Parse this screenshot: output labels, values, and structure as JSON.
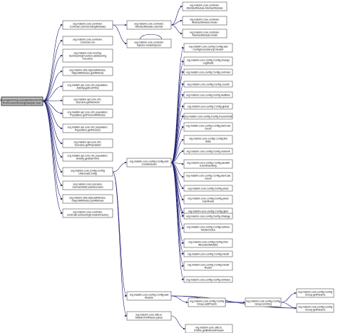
{
  "graph": {
    "root": {
      "id": "root",
      "lines": [
        "tutorial.programming.example09customScoring.",
        "RunCustomScoringExample.main"
      ]
    },
    "nodes": [
      {
        "id": "cc_init",
        "lines": [
          "org.matsim.core.controler.",
          "Controler.setOverridingModules"
        ]
      },
      {
        "id": "cc_run",
        "lines": [
          "org.matsim.core.controler.",
          "Controler.run"
        ]
      },
      {
        "id": "sf_add",
        "lines": [
          "org.matsim.core.scoring.",
          "SumScoringFunction.addScoring",
          "Function"
        ]
      },
      {
        "id": "oa_get",
        "lines": [
          "org.matsim.utils.objectattributes.",
          "ObjectAttributes.getAttribute"
        ]
      },
      {
        "id": "act_end",
        "lines": [
          "org.matsim.api.core.v01.population.",
          "Activity.getEndTime"
        ]
      },
      {
        "id": "sc_net",
        "lines": [
          "org.matsim.api.core.v01.",
          "Scenario.getNetwork"
        ]
      },
      {
        "id": "pop_attr",
        "lines": [
          "org.matsim.api.core.v01.population.",
          "Population.getPersonAttributes"
        ]
      },
      {
        "id": "pop_pers",
        "lines": [
          "org.matsim.api.core.v01.population.",
          "Population.getPersons"
        ]
      },
      {
        "id": "sc_pop",
        "lines": [
          "org.matsim.api.core.v01.",
          "Scenario.getPopulation"
        ]
      },
      {
        "id": "act_start",
        "lines": [
          "org.matsim.api.core.v01.population.",
          "Activity.getStartTime"
        ]
      },
      {
        "id": "cu_load",
        "lines": [
          "org.matsim.core.config.Config",
          "Utils.loadConfig"
        ]
      },
      {
        "id": "su_load",
        "lines": [
          "org.matsim.core.scenario.",
          "ScenarioUtils.loadScenario"
        ]
      },
      {
        "id": "oa_put",
        "lines": [
          "org.matsim.utils.objectattributes.",
          "ObjectAttributes.putAttribute"
        ]
      },
      {
        "id": "cc_sfs",
        "lines": [
          "org.matsim.core.controler.",
          "Controler.setScoringFunctionFactory"
        ]
      },
      {
        "id": "amc_ovr",
        "lines": [
          "org.matsim.core.controler.",
          "AbstractModule.override"
        ]
      },
      {
        "id": "amc_am",
        "lines": [
          "org.matsim.core.controler.",
          "AbstractModule.AbstractModule"
        ]
      },
      {
        "id": "cc_inj",
        "lines": [
          "org.matsim.core.controler.",
          "Injector.createInjector"
        ]
      },
      {
        "id": "am_binder",
        "lines": [
          "org.matsim.core.controler.",
          "AbstractModule.binder"
        ]
      },
      {
        "id": "am_install",
        "lines": [
          "org.matsim.core.controler.",
          "AbstractModule.install"
        ]
      },
      {
        "id": "cfg_core",
        "lines": [
          "org.matsim.core.config.Config.add",
          "CoreModules"
        ]
      },
      {
        "id": "cfg_ccc",
        "lines": [
          "org.matsim.core.config.Config.add",
          "ConfigConsistencyChecker"
        ]
      },
      {
        "id": "cfg_change",
        "lines": [
          "org.matsim.core.config.Config.change",
          "LegMode"
        ]
      },
      {
        "id": "cfg_ctrl",
        "lines": [
          "org.matsim.core.config.Config.controler"
        ]
      },
      {
        "id": "cfg_counts",
        "lines": [
          "org.matsim.core.config.Config.counts"
        ]
      },
      {
        "id": "cfg_facil",
        "lines": [
          "org.matsim.core.config.Config.facilities"
        ]
      },
      {
        "id": "cfg_global",
        "lines": [
          "org.matsim.core.config.Config.global"
        ]
      },
      {
        "id": "cfg_hh",
        "lines": [
          "org.matsim.core.config.Config.households"
        ]
      },
      {
        "id": "cfg_plcm",
        "lines": [
          "org.matsim.core.config.Config.planCalc",
          "Score"
        ]
      },
      {
        "id": "cfg_link",
        "lines": [
          "org.matsim.core.config.Config.link",
          "Stats"
        ]
      },
      {
        "id": "cfg_net",
        "lines": [
          "org.matsim.core.config.Config.network"
        ]
      },
      {
        "id": "cfg_par",
        "lines": [
          "org.matsim.core.config.Config.parallel",
          "EventHandling"
        ]
      },
      {
        "id": "cfg_plcalc",
        "lines": [
          "org.matsim.core.config.Config.planCalc",
          "Score"
        ]
      },
      {
        "id": "cfg_plans",
        "lines": [
          "org.matsim.core.config.Config.plans"
        ]
      },
      {
        "id": "cfg_pcr",
        "lines": [
          "org.matsim.core.config.Config.plans",
          "CalcRoute"
        ]
      },
      {
        "id": "cfg_qsim",
        "lines": [
          "org.matsim.core.config.Config.qsim",
          "Counts"
        ]
      },
      {
        "id": "cfg_strat",
        "lines": [
          "org.matsim.core.config.Config.strategy"
        ]
      },
      {
        "id": "cfg_subtour",
        "lines": [
          "org.matsim.core.config.Config.subtour",
          "ModeChoice"
        ]
      },
      {
        "id": "cfg_time",
        "lines": [
          "org.matsim.core.config.Config.time",
          "AllocationMutator"
        ]
      },
      {
        "id": "cfg_transit",
        "lines": [
          "org.matsim.core.config.Config.transit"
        ]
      },
      {
        "id": "cfg_tr",
        "lines": [
          "org.matsim.core.config.Config.transit",
          "Router"
        ]
      },
      {
        "id": "cfg_veh",
        "lines": [
          "org.matsim.core.config.Config.vehicles"
        ]
      },
      {
        "id": "cfg_addm",
        "lines": [
          "org.matsim.core.config.Config.add",
          "Module"
        ]
      },
      {
        "id": "cg_addp",
        "lines": [
          "org.matsim.core.config.Config",
          "Group.addParam"
        ]
      },
      {
        "id": "cg_tostr",
        "lines": [
          "org.matsim.core.config.Config",
          "Group.toString"
        ]
      },
      {
        "id": "cg_getp",
        "lines": [
          "org.matsim.core.config.Config",
          "Group.getParams"
        ]
      },
      {
        "id": "cg_getpn",
        "lines": [
          "org.matsim.core.config.Config",
          "Group.getParams"
        ]
      },
      {
        "id": "io_mat",
        "lines": [
          "org.matsim.core.utils.io.",
          "MatsimXmlParser.parse"
        ]
      },
      {
        "id": "io_buf",
        "lines": [
          "org.matsim.core.utils.io.",
          "IOUtils.getBufferedReader"
        ]
      }
    ],
    "edges": [
      [
        "root",
        "cc_init"
      ],
      [
        "root",
        "cc_run"
      ],
      [
        "root",
        "sf_add"
      ],
      [
        "root",
        "oa_get"
      ],
      [
        "root",
        "act_end"
      ],
      [
        "root",
        "sc_net"
      ],
      [
        "root",
        "pop_attr"
      ],
      [
        "root",
        "pop_pers"
      ],
      [
        "root",
        "sc_pop"
      ],
      [
        "root",
        "act_start"
      ],
      [
        "root",
        "cu_load"
      ],
      [
        "root",
        "su_load"
      ],
      [
        "root",
        "oa_put"
      ],
      [
        "root",
        "cc_sfs"
      ],
      [
        "cc_init",
        "amc_ovr"
      ],
      [
        "cc_init",
        "cc_inj"
      ],
      [
        "amc_ovr",
        "amc_am"
      ],
      [
        "amc_ovr",
        "am_binder"
      ],
      [
        "amc_ovr",
        "am_install"
      ],
      [
        "cc_inj",
        "cc_inj"
      ],
      [
        "cu_load",
        "cfg_core"
      ],
      [
        "cu_load",
        "cfg_addm"
      ],
      [
        "cu_load",
        "io_mat"
      ],
      [
        "cfg_core",
        "cfg_ccc"
      ],
      [
        "cfg_core",
        "cfg_change"
      ],
      [
        "cfg_core",
        "cfg_ctrl"
      ],
      [
        "cfg_core",
        "cfg_counts"
      ],
      [
        "cfg_core",
        "cfg_facil"
      ],
      [
        "cfg_core",
        "cfg_global"
      ],
      [
        "cfg_core",
        "cfg_hh"
      ],
      [
        "cfg_core",
        "cfg_plcm"
      ],
      [
        "cfg_core",
        "cfg_link"
      ],
      [
        "cfg_core",
        "cfg_net"
      ],
      [
        "cfg_core",
        "cfg_par"
      ],
      [
        "cfg_core",
        "cfg_plcalc"
      ],
      [
        "cfg_core",
        "cfg_plans"
      ],
      [
        "cfg_core",
        "cfg_pcr"
      ],
      [
        "cfg_core",
        "cfg_qsim"
      ],
      [
        "cfg_core",
        "cfg_strat"
      ],
      [
        "cfg_core",
        "cfg_subtour"
      ],
      [
        "cfg_core",
        "cfg_time"
      ],
      [
        "cfg_core",
        "cfg_transit"
      ],
      [
        "cfg_core",
        "cfg_tr"
      ],
      [
        "cfg_core",
        "cfg_veh"
      ],
      [
        "cfg_addm",
        "cg_addp"
      ],
      [
        "cfg_addm",
        "cg_tostr"
      ],
      [
        "cfg_addm",
        "cg_getpn"
      ],
      [
        "cg_tostr",
        "cg_getp"
      ],
      [
        "cg_tostr",
        "cg_getpn"
      ],
      [
        "cg_addp",
        "cg_getpn"
      ],
      [
        "io_mat",
        "io_buf"
      ]
    ]
  }
}
